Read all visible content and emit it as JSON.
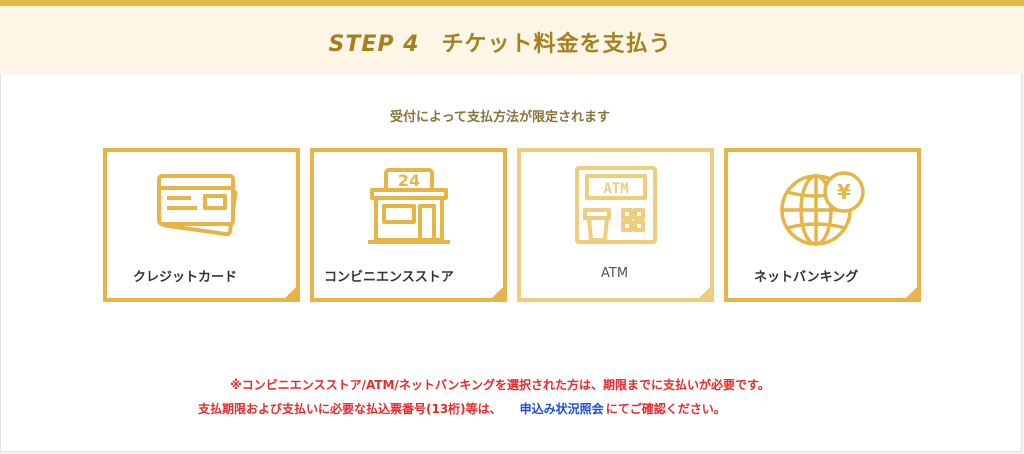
{
  "header": {
    "step_label": "STEP 4",
    "title": "チケット料金を支払う"
  },
  "subtitle": "受付によって支払方法が限定されます",
  "methods": [
    {
      "label": "クレジットカード",
      "icon": "credit-card-icon"
    },
    {
      "label": "コンビニエンスストア",
      "icon": "convenience-store-icon",
      "store_sign": "24"
    },
    {
      "label": "ATM",
      "icon": "atm-icon",
      "atm_sign": "ATM"
    },
    {
      "label": "ネットバンキング",
      "icon": "globe-yen-icon",
      "currency": "¥"
    }
  ],
  "notice": {
    "line1": "※コンビニエンスストア/ATM/ネットバンキングを選択された方は、期限までに支払いが必要です。",
    "line2_prefix": "支払期限および支払いに必要な払込票番号(13桁)等は、",
    "link_text": "申込み状況照会",
    "line2_suffix": "にてご確認ください。"
  },
  "colors": {
    "accent": "#e7b547",
    "accent_light": "#f0cc7d",
    "title": "#a4801f",
    "notice_red": "#e52b2b",
    "link_blue": "#1d4fd8",
    "header_bg": "#fdf6e7"
  }
}
